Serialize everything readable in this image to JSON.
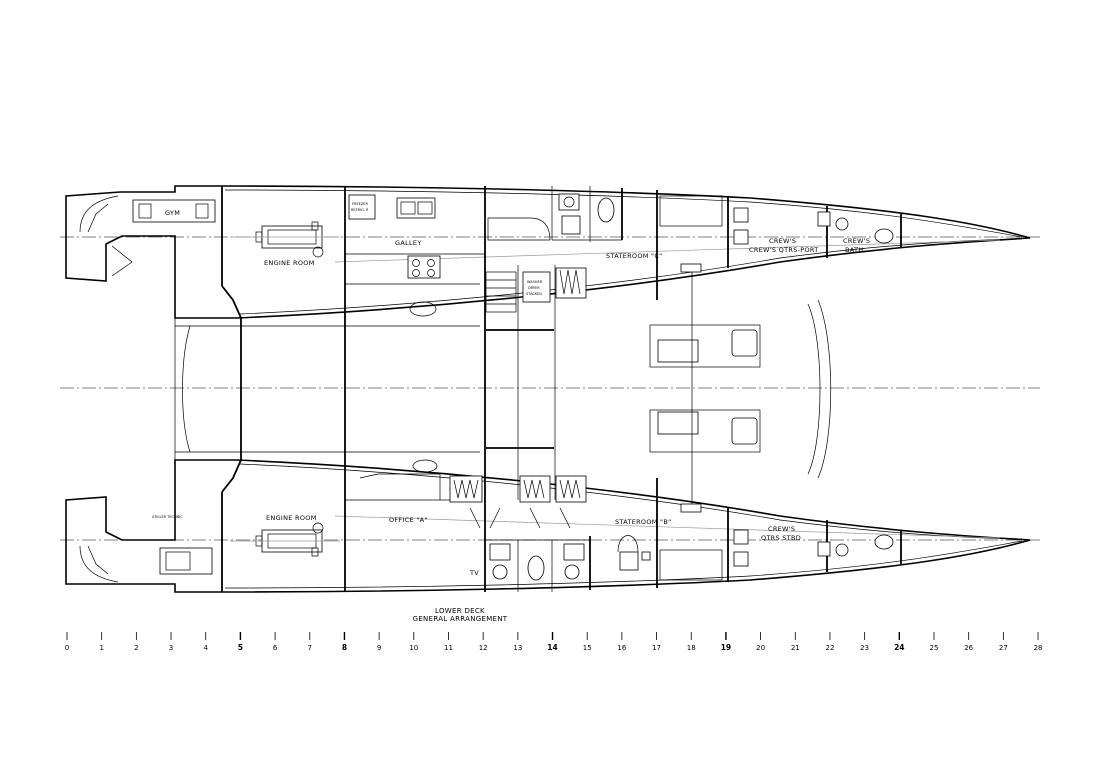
{
  "drawing": {
    "title_line1": "LOWER DECK",
    "title_line2": "GENERAL ARRANGEMENT"
  },
  "rooms": {
    "gym": "GYM",
    "engine_room_port": "ENGINE ROOM",
    "galley": "GALLEY",
    "stateroom_c": "STATEROOM \"C\"",
    "crews_qtrs_port_1": "CREW'S",
    "crews_qtrs_port_2": "CREW'S QTRS-PORT",
    "crews_bath_1": "CREW'S",
    "crews_bath_2": "BATH",
    "engine_room_stbd": "ENGINE ROOM",
    "atelier": "ATELIER TECHNIC",
    "office_a": "OFFICE \"A\"",
    "stateroom_b": "STATEROOM \"B\"",
    "crews_qtrs_stbd_1": "CREW'S",
    "crews_qtrs_stbd_2": "QTRS STBD",
    "tv": "TV"
  },
  "labels": {
    "freezer_1": "FREEZER",
    "freezer_2": "REFRIG. R",
    "washer_1": "WASHER",
    "washer_2": "DRYER",
    "washer_3": "STACKED"
  },
  "scale": {
    "ticks": [
      "0",
      "1",
      "2",
      "3",
      "4",
      "5",
      "6",
      "7",
      "8",
      "9",
      "10",
      "11",
      "12",
      "13",
      "14",
      "15",
      "16",
      "17",
      "18",
      "19",
      "20",
      "21",
      "22",
      "23",
      "24",
      "25",
      "26",
      "27",
      "28"
    ],
    "bold_ticks": [
      "5",
      "8",
      "14",
      "19",
      "24"
    ]
  }
}
